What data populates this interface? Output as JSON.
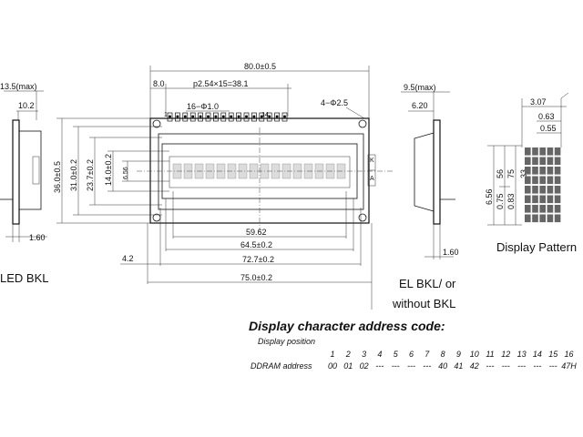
{
  "left_view": {
    "dim_top": "13.5(max)",
    "dim_inner": "10.2",
    "dim_bottom": "1.60",
    "caption": "LED BKL"
  },
  "front_view": {
    "dim_width": "80.0±0.5",
    "dim_left_offset": "8.0",
    "dim_pitch": "p2.54×15=38.1",
    "dim_pins": "16−Φ1.0",
    "pin_first": "1",
    "pin_last": "14",
    "dim_hole": "4−Φ2.5",
    "dim_height": "36.0±0.5",
    "dim_h2": "31.0±0.2",
    "dim_h3": "23.7±0.2",
    "dim_h4": "14.0±0.2",
    "dim_h5": "6.56",
    "dim_w_char": "59.62",
    "dim_w_va": "64.5±0.2",
    "dim_w_vv": "72.7±0.2",
    "dim_w_bezel": "75.0±0.2",
    "dim_left_edge": "4.2",
    "side_pin_k": "K",
    "side_pin_a": "A"
  },
  "right_view": {
    "dim_top": "9.5(max)",
    "dim_inner": "6.20",
    "dim_bottom": "1.60",
    "caption_line1": "EL BKL/ or",
    "caption_line2": "without BKL"
  },
  "pattern": {
    "title": "Display Pattern",
    "dim_w": "3.07",
    "dim_w2": "0.63",
    "dim_w3": "0.55",
    "dim_h": "6.56",
    "dim_h2": "0.75",
    "dim_h3": "0.83",
    "dim_h4": "56",
    "dim_h5": "75",
    "dim_h6": "33"
  },
  "address_table": {
    "title": "Display character address code:",
    "position_label": "Display position",
    "address_label": "DDRAM address",
    "positions": [
      "1",
      "2",
      "3",
      "4",
      "5",
      "6",
      "7",
      "8",
      "9",
      "10",
      "11",
      "12",
      "13",
      "14",
      "15",
      "16"
    ],
    "addresses": [
      "00",
      "01",
      "02",
      "---",
      "---",
      "---",
      "---",
      "40",
      "41",
      "42",
      "---",
      "---",
      "---",
      "---",
      "---",
      "47H"
    ]
  }
}
